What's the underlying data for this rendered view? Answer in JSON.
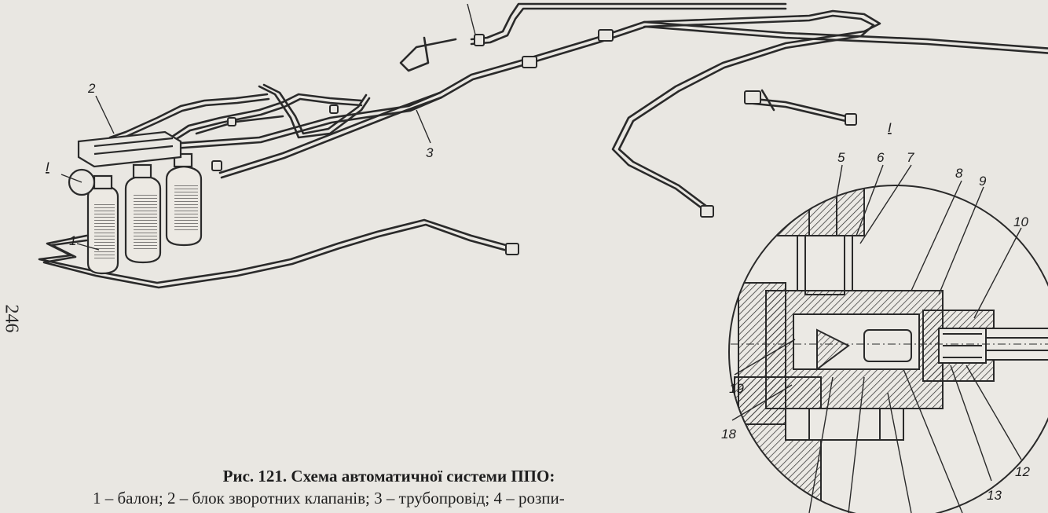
{
  "page_number": "246",
  "caption": {
    "title": "Рис. 121. Схема автоматичної системи ППО:",
    "body": "1 – балон; 2 – блок зворотних клапанів; 3 – трубопровід; 4 – розпи-"
  },
  "labels": {
    "l1": "1",
    "l2": "2",
    "l3": "3",
    "lI_main": "I",
    "lI_detail": "I",
    "l5": "5",
    "l6": "6",
    "l7": "7",
    "l8": "8",
    "l9": "9",
    "l10": "10",
    "l12": "12",
    "l13": "13",
    "l18": "18",
    "l19": "19"
  }
}
